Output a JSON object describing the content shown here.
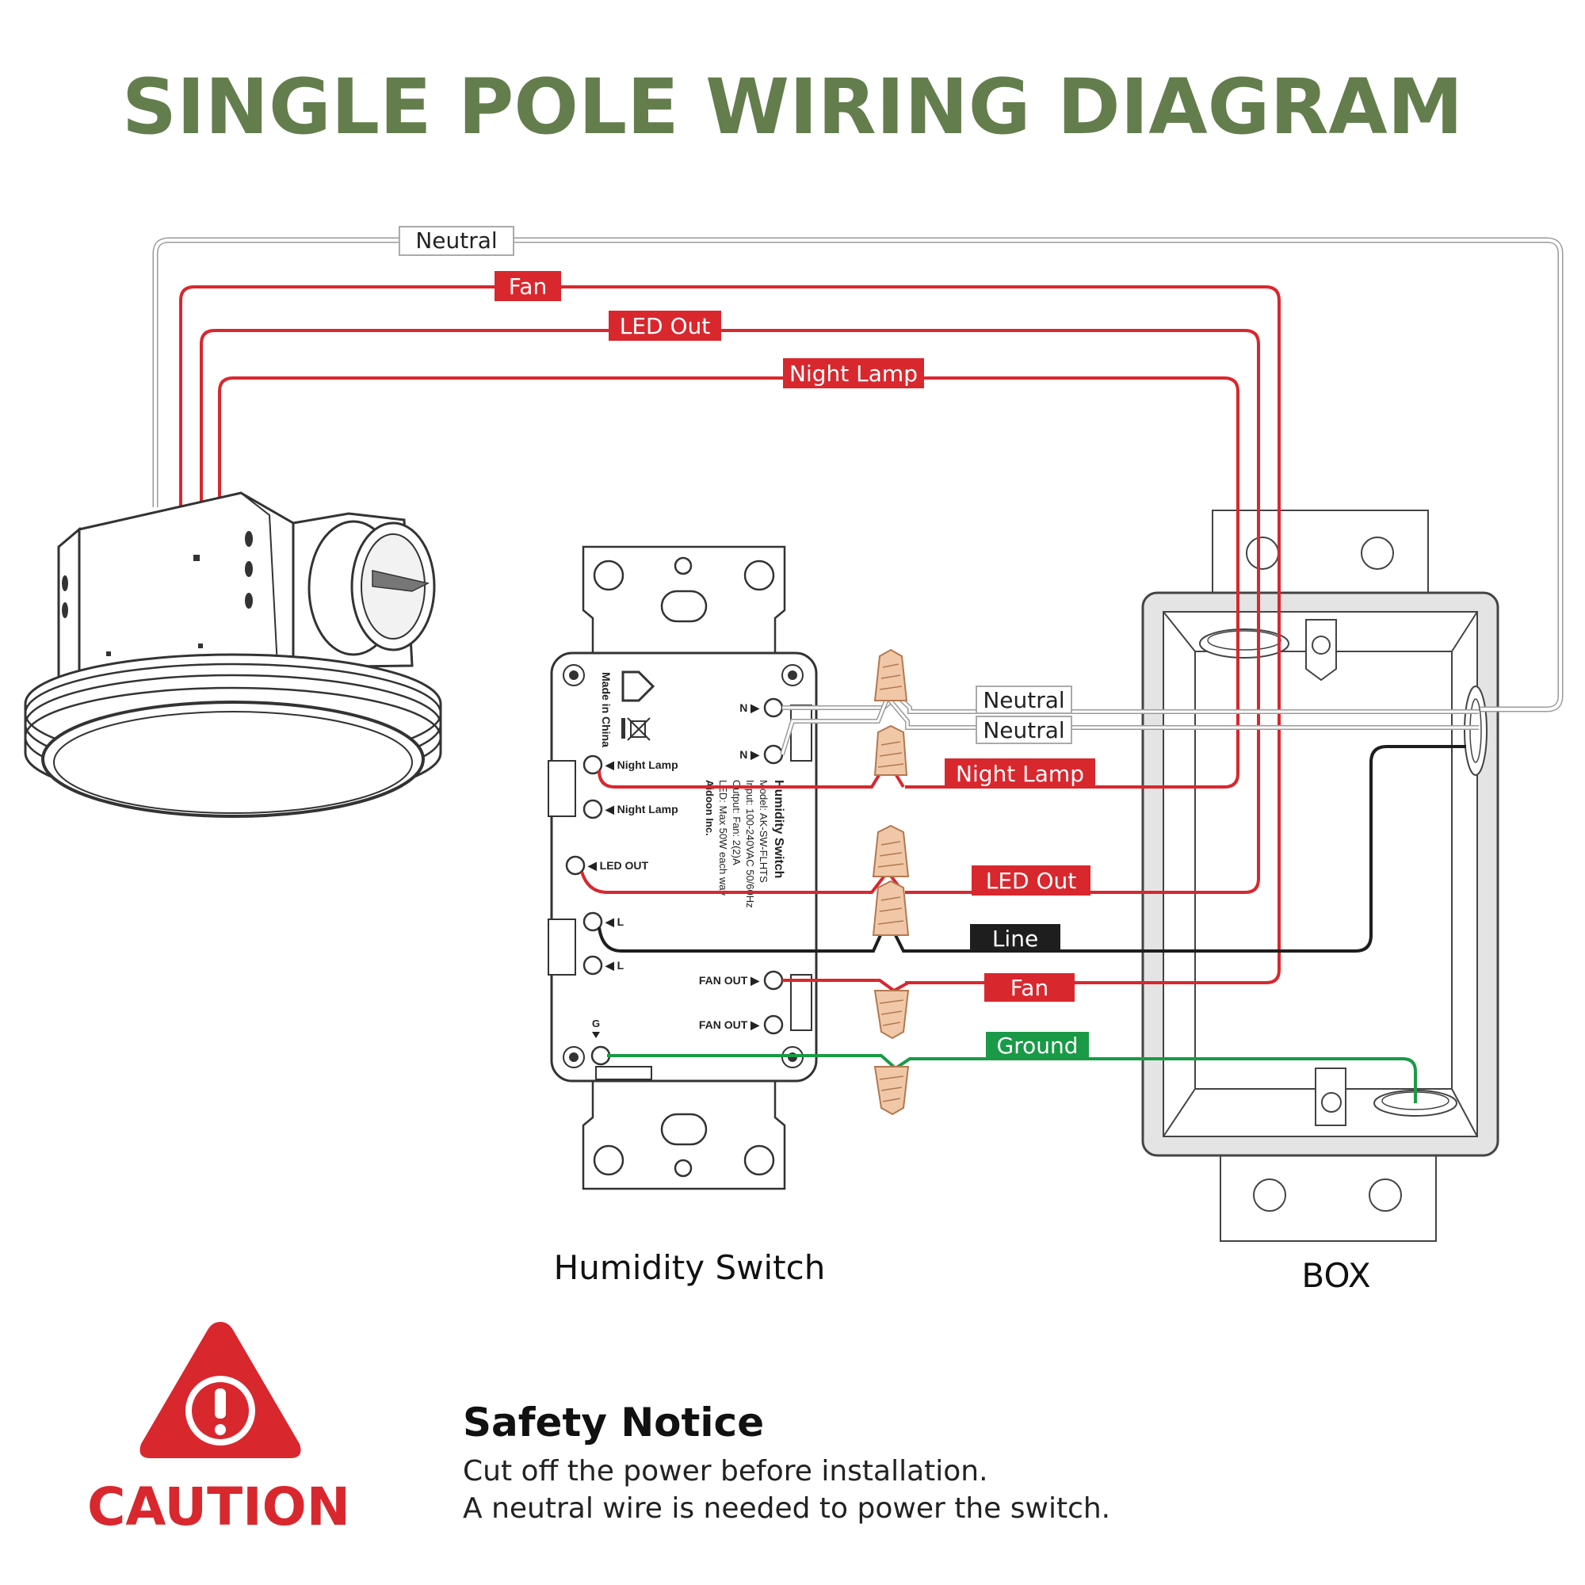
{
  "title": "SINGLE POLE WIRING DIAGRAM",
  "colors": {
    "title_green": "#637d4d",
    "wire_red": "#d9272e",
    "wire_black": "#1e1e1e",
    "wire_green": "#1a9a47",
    "wire_neutral": "#c8c8c8",
    "connector": "#d7a078",
    "caution_red": "#d9272e"
  },
  "wires": {
    "top_neutral": "Neutral",
    "top_fan": "Fan",
    "top_led_out": "LED Out",
    "top_night_lamp": "Night Lamp",
    "neutral_1": "Neutral",
    "neutral_2": "Neutral",
    "night_lamp": "Night Lamp",
    "led_out": "LED Out",
    "line": "Line",
    "fan": "Fan",
    "ground": "Ground"
  },
  "switch": {
    "caption": "Humidity Switch",
    "terminals": {
      "night_lamp_1": "◀ Night Lamp",
      "night_lamp_2": "◀ Night Lamp",
      "led_out": "◀ LED OUT",
      "l_1": "◀ L",
      "l_2": "◀ L",
      "n_1": "N ▶",
      "n_2": "N ▶",
      "fan_out_1": "FAN OUT ▶",
      "fan_out_2": "FAN OUT ▶",
      "g": "G"
    },
    "made_in": "Made in China",
    "specs": [
      "Humidity Switch",
      "Model: AK-SW-FLHTS",
      "Input: 100-240VAC  50/60Hz",
      "Output: Fan: 2(2)A",
      "LED: Max 50W each way",
      "Aidoon Inc."
    ]
  },
  "box": {
    "caption": "BOX"
  },
  "caution": {
    "icon": "warning-triangle-icon",
    "label": "CAUTION"
  },
  "notice": {
    "heading": "Safety Notice",
    "line1": "Cut off the power before installation.",
    "line2": "A neutral wire is needed to power the switch."
  }
}
